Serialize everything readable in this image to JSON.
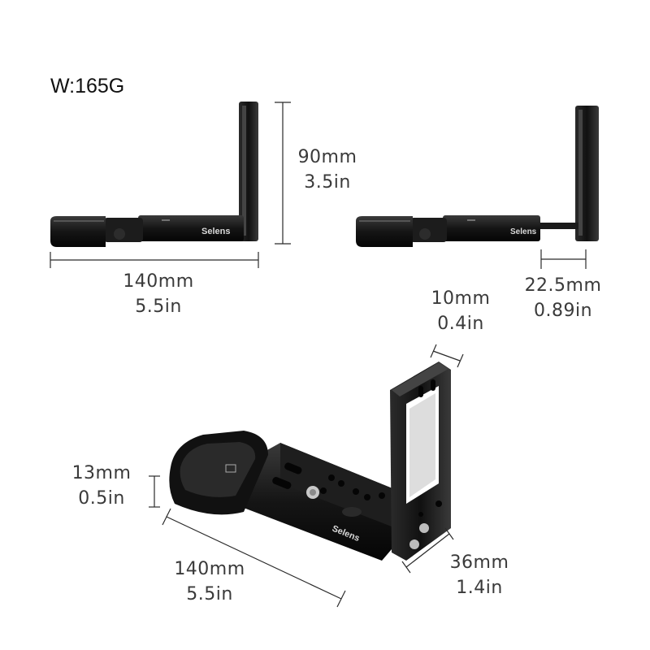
{
  "weight": "W:165G",
  "brand": "Selens",
  "dimensions": {
    "top_height": {
      "mm": "90mm",
      "in": "3.5in"
    },
    "top_width": {
      "mm": "140mm",
      "in": "5.5in"
    },
    "side_depth": {
      "mm": "22.5mm",
      "in": "0.89in"
    },
    "plate_thickness": {
      "mm": "10mm",
      "in": "0.4in"
    },
    "grip_height": {
      "mm": "13mm",
      "in": "0.5in"
    },
    "bottom_length": {
      "mm": "140mm",
      "in": "5.5in"
    },
    "bottom_width": {
      "mm": "36mm",
      "in": "1.4in"
    }
  },
  "colors": {
    "bracket": "#141414",
    "dimension_line": "#2a2a2a",
    "text": "#3a3a3a"
  }
}
